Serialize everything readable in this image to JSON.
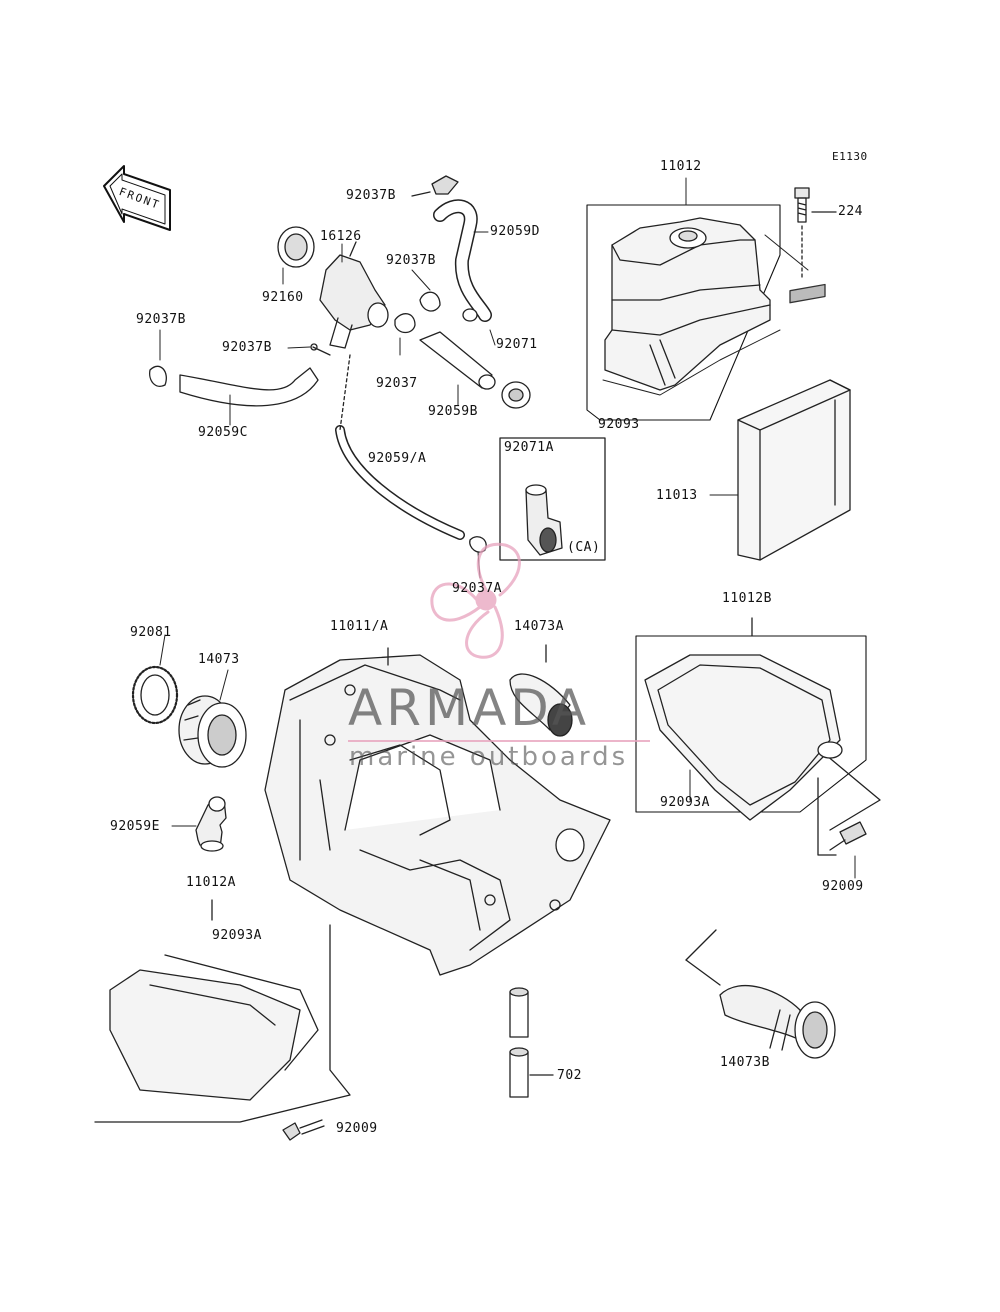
{
  "diagram": {
    "code": "E1130",
    "front_label": "FRONT",
    "parts": {
      "p11012": "11012",
      "p224": "224",
      "p92037B_top": "92037B",
      "p92059D": "92059D",
      "p16126": "16126",
      "p92037B_mid": "92037B",
      "p92160": "92160",
      "p92037B_left": "92037B",
      "p92037B_small": "92037B",
      "p92037": "92037",
      "p92071": "92071",
      "p92059B": "92059B",
      "p92093": "92093",
      "p92059C": "92059C",
      "p92071A": "92071A",
      "p11013": "11013",
      "p92059A": "92059/A",
      "p92037A": "92037A",
      "p_ca": "(CA)",
      "p11012B": "11012B",
      "p92081": "92081",
      "p14073": "14073",
      "p11011A": "11011/A",
      "p14073A": "14073A",
      "p92093A_right": "92093A",
      "p92059E": "92059E",
      "p92009_right": "92009",
      "p11012A": "11012A",
      "p92093A_left": "92093A",
      "p702": "702",
      "p14073B": "14073B",
      "p92009_bottom": "92009"
    }
  },
  "watermark": {
    "title": "ARMADA",
    "subtitle": "marine outboards",
    "accent_color": "#e7a2bd"
  }
}
